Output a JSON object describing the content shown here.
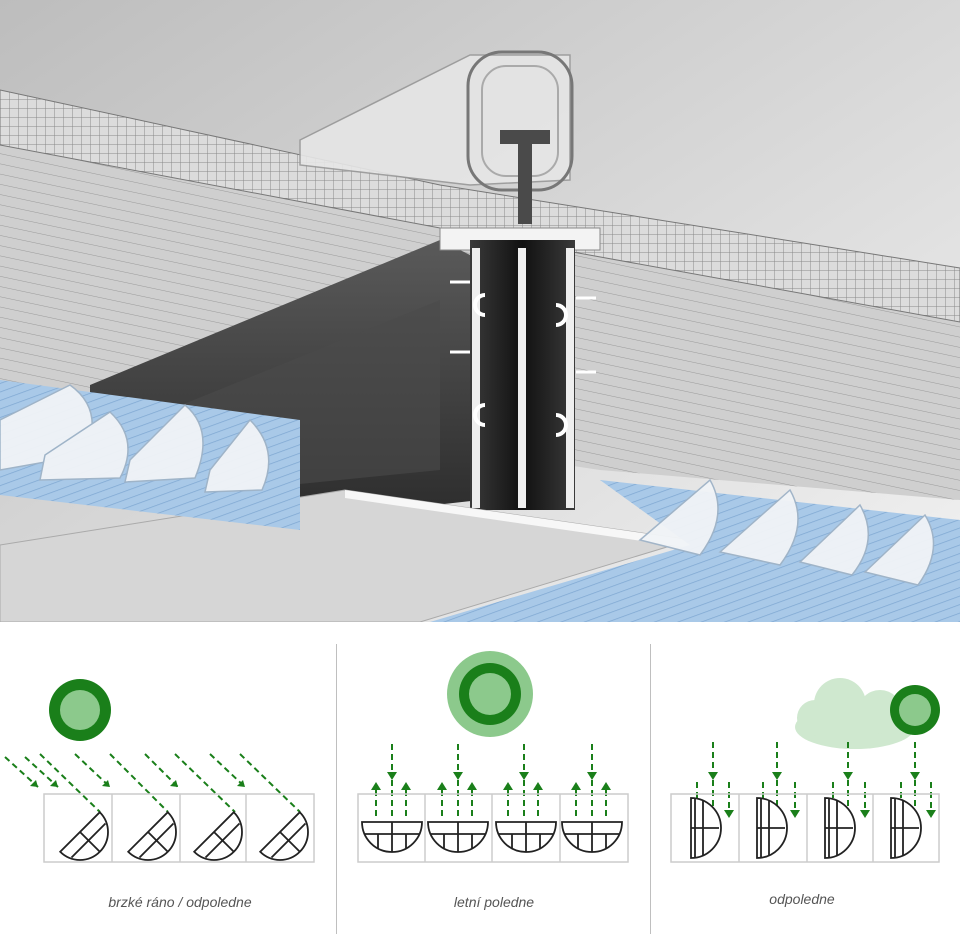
{
  "captions": {
    "morning": "brzké ráno / odpoledne",
    "noon": "letní poledne",
    "afternoon": "odpoledne"
  },
  "colors": {
    "accent_green": "#1a7f1a",
    "light_green": "#8cc98c",
    "cloud_green": "#cfe8cf",
    "profile_dark": "#222222",
    "panel_blue": "#9fc3e6",
    "panel_grey": "#d9d9d9"
  },
  "icons": {
    "sun": "sun-icon",
    "cloud": "cloud-icon",
    "ray": "dashed-arrow-icon"
  }
}
